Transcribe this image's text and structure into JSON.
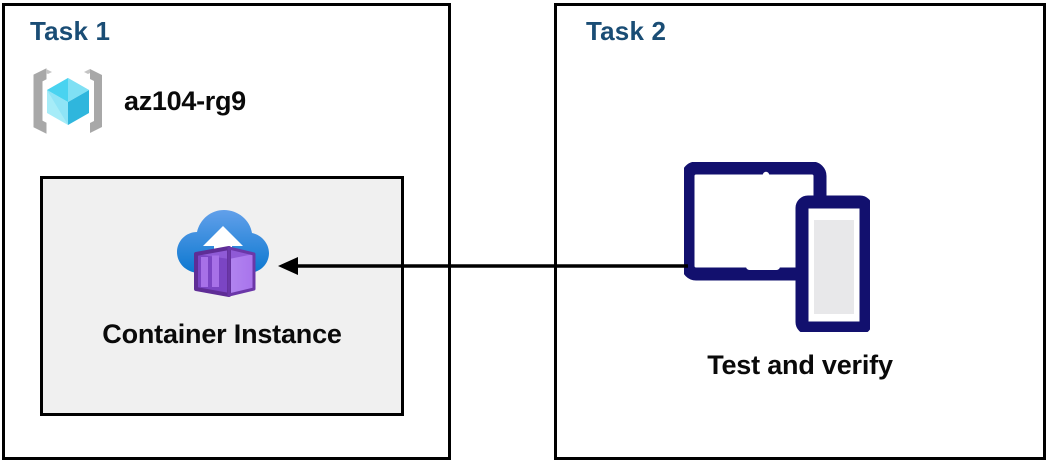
{
  "diagram": {
    "title": "Azure task diagram",
    "background_color": "#ffffff",
    "panel_border_color": "#000000",
    "title_color": "#1a4d75",
    "label_color": "#0a0a0a",
    "inner_box_fill": "#f0f0f0",
    "arrow_color": "#000000"
  },
  "panels": [
    {
      "id": "task-1",
      "title": "Task 1",
      "resource_group": {
        "icon": "azure-resource-group-icon",
        "label": "az104-rg9",
        "icon_colors": {
          "bracket": "#a0a0a0",
          "cube_light": "#7fe3f5",
          "cube_mid": "#32c8ea",
          "cube_dark": "#1a9fd4"
        }
      },
      "resource": {
        "icon": "azure-container-instance-icon",
        "label": "Container Instance",
        "icon_colors": {
          "cloud_top": "#5a9ae8",
          "cloud_bottom": "#0d7cd4",
          "container_light": "#b07fee",
          "container_mid": "#9a5fdd",
          "container_dark": "#5f2d96",
          "arrow": "#ffffff"
        }
      }
    },
    {
      "id": "task-2",
      "title": "Task 2",
      "devices": {
        "icon": "devices-tablet-phone-icon",
        "label": "Test and verify",
        "icon_colors": {
          "outline": "#12106e",
          "screen": "#ffffff",
          "phone_screen": "#e8e8ea"
        }
      }
    }
  ],
  "connector": {
    "name": "arrow-task2-to-task1",
    "direction": "right-to-left",
    "from": "Test and verify",
    "to": "Container Instance",
    "color": "#000000"
  }
}
